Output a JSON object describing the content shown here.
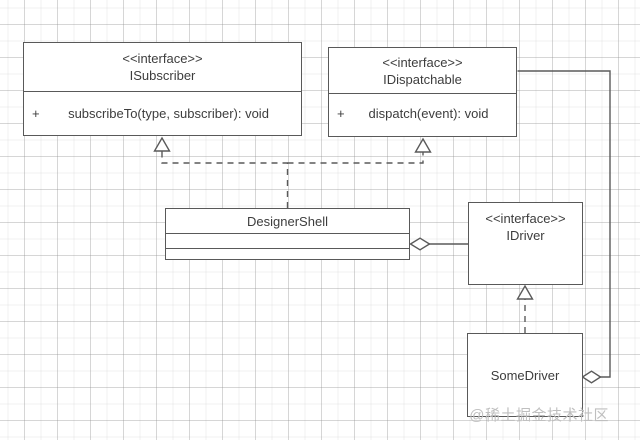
{
  "diagram_type": "uml-class-diagram",
  "watermark": "@稀土掘金技术社区",
  "colors": {
    "stroke": "#595959",
    "node_fill": "#ffffff",
    "text": "#3d3d3d",
    "watermark": "#bfbfbf",
    "grid_major": "rgba(150,150,150,0.30)",
    "grid_minor": "rgba(150,150,150,0.13)"
  },
  "nodes": {
    "isubscriber": {
      "stereotype": "<<interface>>",
      "name": "ISubscriber",
      "method_visibility": "+",
      "method": "subscribeTo(type, subscriber): void"
    },
    "idispatchable": {
      "stereotype": "<<interface>>",
      "name": "IDispatchable",
      "method_visibility": "+",
      "method": "dispatch(event): void"
    },
    "designershell": {
      "name": "DesignerShell"
    },
    "idriver": {
      "stereotype": "<<interface>>",
      "name": "IDriver"
    },
    "somedriver": {
      "name": "SomeDriver"
    }
  },
  "edges": [
    {
      "from": "DesignerShell",
      "to": "ISubscriber",
      "type": "realization",
      "line": "dashed",
      "marker": "hollow-triangle"
    },
    {
      "from": "DesignerShell",
      "to": "IDispatchable",
      "type": "realization",
      "line": "dashed",
      "marker": "hollow-triangle"
    },
    {
      "from": "SomeDriver",
      "to": "IDriver",
      "type": "realization",
      "line": "dashed",
      "marker": "hollow-triangle"
    },
    {
      "from": "DesignerShell",
      "to": "IDriver",
      "type": "aggregation",
      "line": "solid",
      "marker": "open-diamond-at-DesignerShell"
    },
    {
      "from": "SomeDriver",
      "to": "IDispatchable",
      "type": "aggregation",
      "line": "solid",
      "marker": "open-diamond-at-SomeDriver"
    }
  ]
}
